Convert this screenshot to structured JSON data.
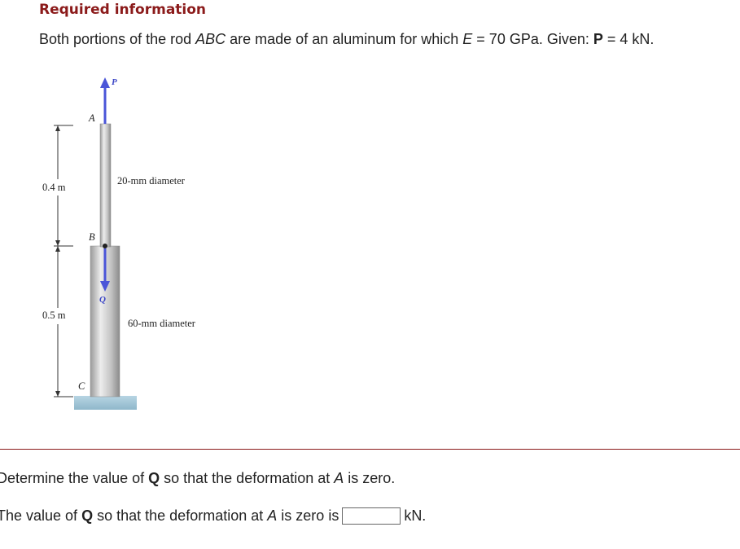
{
  "header": {
    "title": "Required information"
  },
  "intro": {
    "prefix": "Both portions of the rod ",
    "rod": "ABC",
    "middle": " are made of an aluminum for which ",
    "e_symbol": "E",
    "e_value": " = 70 GPa. Given: ",
    "p_symbol": "P",
    "p_value": " = 4 kN."
  },
  "figure": {
    "label_p": "P",
    "label_a": "A",
    "label_b": "B",
    "label_c": "C",
    "label_q": "Q",
    "dim_top": "0.4 m",
    "dim_bottom": "0.5 m",
    "upper_diameter": "20-mm diameter",
    "lower_diameter": "60-mm diameter",
    "arrow_color": "#4a55d8",
    "rod_color": "#c9c9c9",
    "base_color": "#9ec3d6"
  },
  "question": {
    "prefix": "Determine the value of ",
    "q_symbol": "Q",
    "middle": " so that the deformation at ",
    "a_symbol": "A",
    "suffix": " is zero."
  },
  "answer": {
    "prefix": "The value of ",
    "q_symbol": "Q",
    "middle": " so that the deformation at ",
    "a_symbol": "A",
    "suffix": " is zero is",
    "input_value": "",
    "unit": "kN."
  },
  "colors": {
    "accent": "#8b1a1a",
    "text": "#222222"
  }
}
